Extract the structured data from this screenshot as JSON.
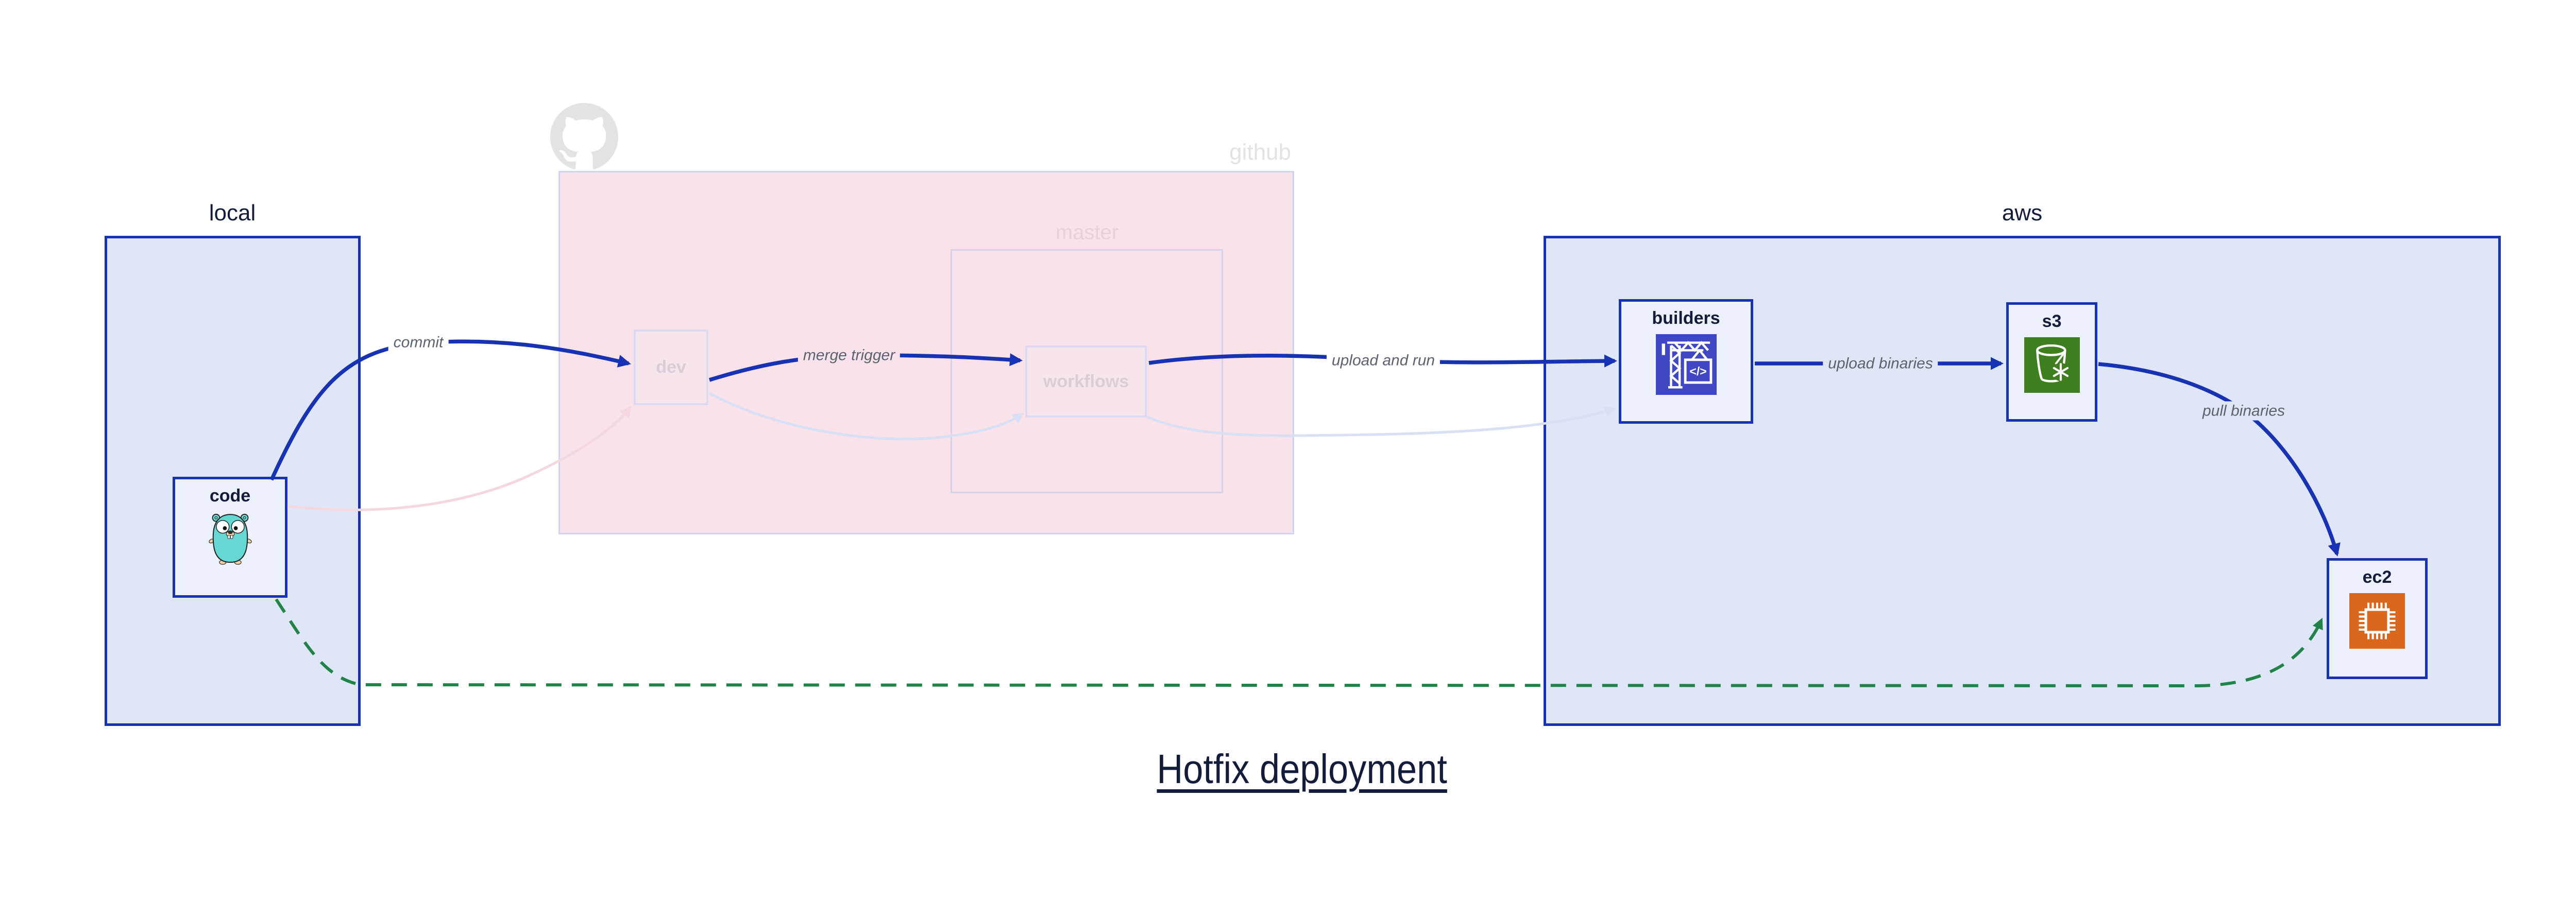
{
  "diagram": {
    "title": "Hotfix deployment",
    "regions": {
      "local": {
        "label": "local"
      },
      "github": {
        "label": "github"
      },
      "master": {
        "label": "master"
      },
      "aws": {
        "label": "aws"
      }
    },
    "nodes": {
      "code": {
        "label": "code",
        "icon": "go-gopher"
      },
      "dev": {
        "label": "dev"
      },
      "workflows": {
        "label": "workflows"
      },
      "builders": {
        "label": "builders",
        "icon": "codebuild-crane"
      },
      "s3": {
        "label": "s3",
        "icon": "s3-glacier-bucket-snowflake"
      },
      "ec2": {
        "label": "ec2",
        "icon": "ec2-cpu-chip"
      }
    },
    "edges": {
      "commit": {
        "label": "commit",
        "from": "code",
        "to": "dev",
        "style": "solid-blue"
      },
      "merge_trigger": {
        "label": "merge trigger",
        "from": "dev",
        "to": "workflows",
        "style": "solid-blue"
      },
      "upload_and_run": {
        "label": "upload and run",
        "from": "workflows",
        "to": "builders",
        "style": "solid-blue"
      },
      "upload_binaries": {
        "label": "upload binaries",
        "from": "builders",
        "to": "s3",
        "style": "solid-blue"
      },
      "pull_binaries": {
        "label": "pull binaries",
        "from": "s3",
        "to": "ec2",
        "style": "solid-blue"
      },
      "faded_code_dev": {
        "label": "",
        "from": "code",
        "to": "dev",
        "style": "faded-pink"
      },
      "faded_dev_workflows": {
        "label": "",
        "from": "dev",
        "to": "workflows",
        "style": "faded-lavender"
      },
      "faded_workflows_builders": {
        "label": "",
        "from": "workflows",
        "to": "builders",
        "style": "faded-lavender"
      },
      "hotfix_direct": {
        "label": "",
        "from": "code",
        "to": "ec2",
        "style": "dashed-green"
      }
    },
    "icons": {
      "github_logo": "octocat-mark"
    }
  },
  "colors": {
    "primary_blue": "#1733b4",
    "region_fill": "#dfe6f8",
    "node_fill": "#edf1fb",
    "github_fill": "#f9e2e9",
    "github_border": "#ccd6f1",
    "master_border": "#d6d2e8",
    "faded_node_fill": "#f7e5ec",
    "faded_node_border": "#ded9ee",
    "faded_node_text": "#d9cdda",
    "faded_pink_edge": "#f5d7de",
    "faded_lavender_edge": "#d9dff4",
    "green_edge": "#218348",
    "edge_label_gray": "#5a6372",
    "navy_text": "#131c3b",
    "github_label": "#e2e2e2",
    "master_label": "#e9d0db",
    "codebuild_indigo": "#3f48c2",
    "s3_green": "#3f7f1f",
    "ec2_orange": "#d9671c",
    "gopher_teal": "#65d8d3",
    "octocat_gray": "#e3e3e3"
  }
}
